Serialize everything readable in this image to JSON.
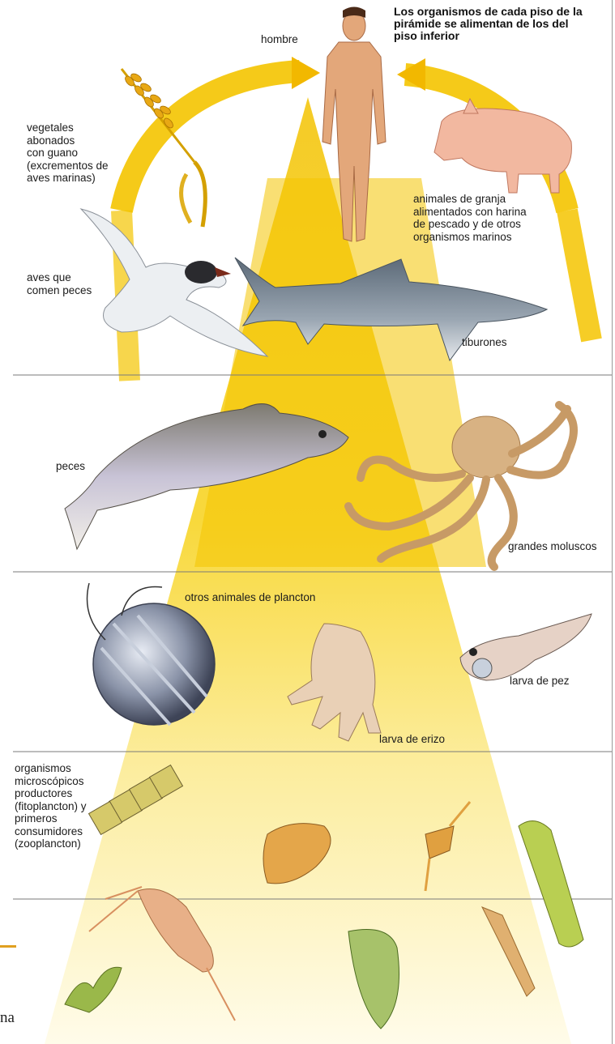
{
  "title": "Los organismos de cada piso de la\npirámide se alimentan de los del\npiso inferior",
  "labels": {
    "hombre": "hombre",
    "vegetales": "vegetales\nabonados\ncon guano\n(excrementos de\naves marinas)",
    "animales_granja": "animales de granja\nalimentados con harina\nde pescado y de otros\norganismos marinos",
    "aves": "aves que\ncomen peces",
    "tiburones": "tiburones",
    "peces": "peces",
    "grandes_moluscos": "grandes moluscos",
    "otros_plancton": "otros animales de plancton",
    "larva_pez": "larva de pez",
    "larva_erizo": "larva de erizo",
    "microscopicos": "organismos\nmicroscópicos\nproductores\n(fitoplancton) y\nprimeros\nconsumidores\n(zooplancton)"
  },
  "page_fragment": "na",
  "colors": {
    "pyramid_yellow": "#f4c400",
    "pyramid_light": "#fff6b0",
    "arrow_orange": "#f2b800",
    "divider": "#7a7a7a"
  },
  "icons": [
    "man-figure",
    "wheat-icon",
    "pig-icon",
    "seagull-icon",
    "shark-icon",
    "fish-icon",
    "octopus-icon",
    "ctenophore-icon",
    "sea-urchin-larva-icon",
    "fish-larva-icon",
    "diatom-chain-icon",
    "copepod-icon",
    "dinoflagellate-icon",
    "algae-filament-icon"
  ]
}
